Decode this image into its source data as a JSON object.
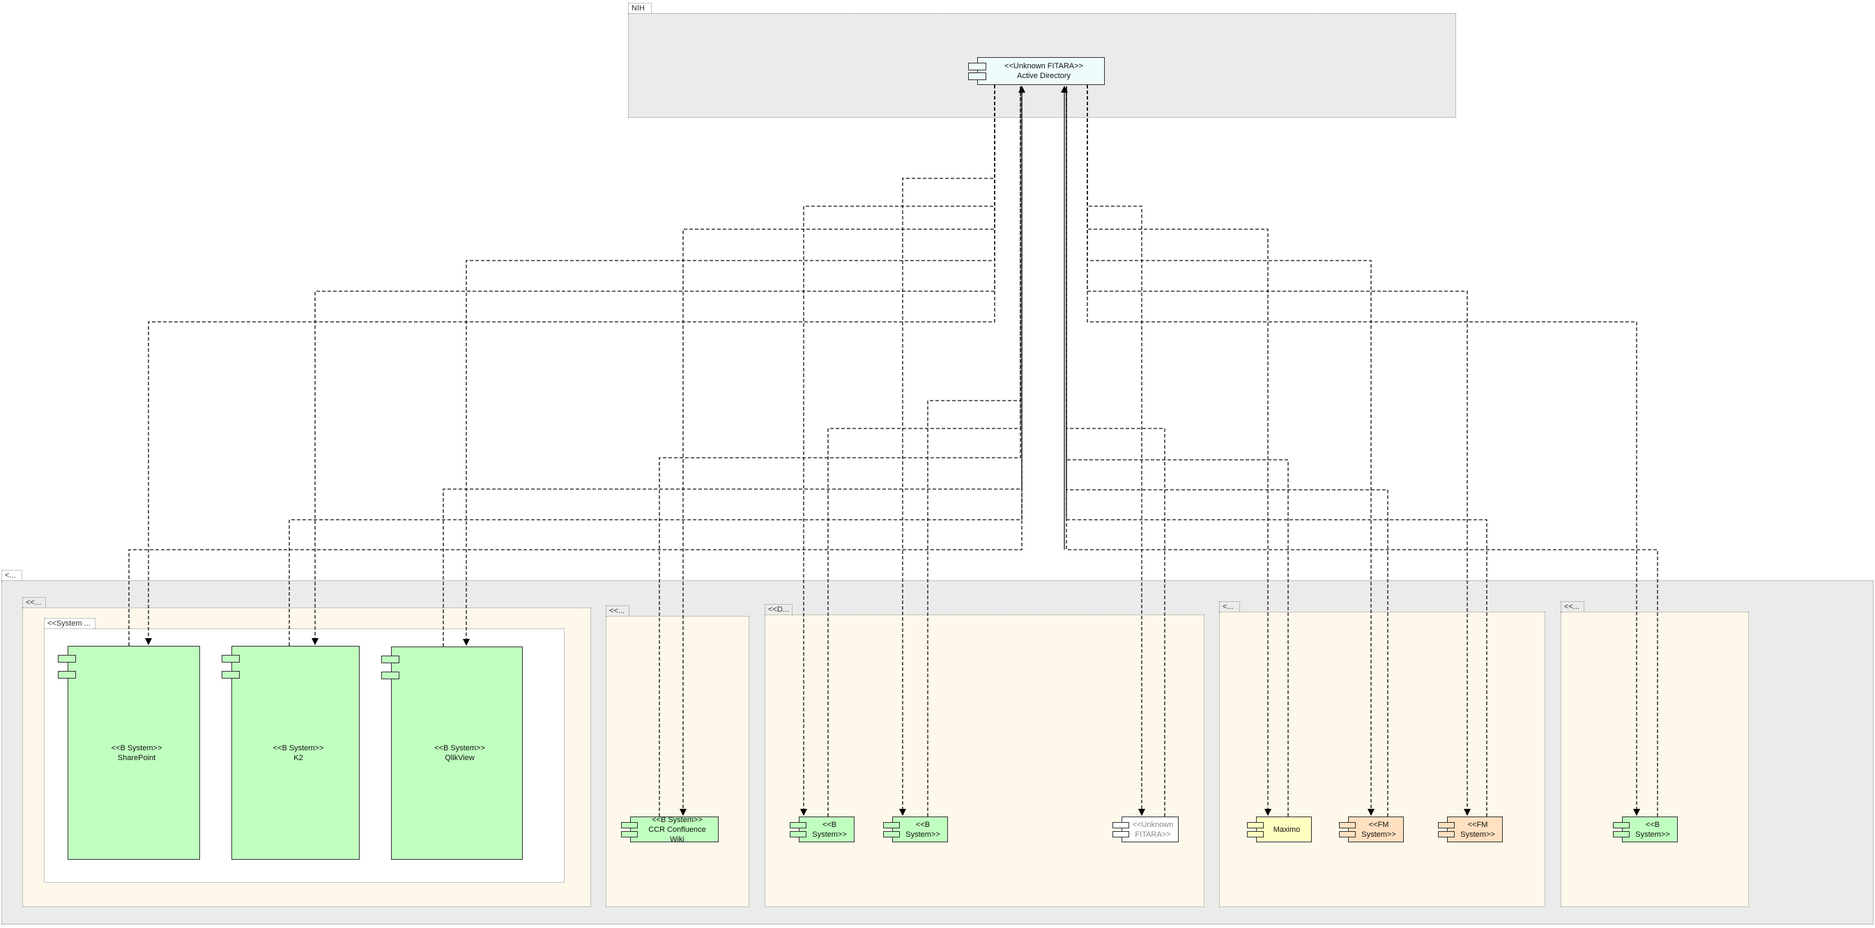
{
  "packages": {
    "nih": "NIH",
    "outer": "<...",
    "group_a": "<<...",
    "group_a_inner": "<<System ...",
    "group_b": "<<...",
    "group_c": "<<D...",
    "group_d": "<...",
    "group_e": "<<..."
  },
  "components": {
    "active_directory": {
      "stereotype": "<<Unknown FITARA>>",
      "name": "Active Directory"
    },
    "sharepoint": {
      "stereotype": "<<B System>>",
      "name": "SharePoint"
    },
    "k2": {
      "stereotype": "<<B System>>",
      "name": "K2"
    },
    "qlikview": {
      "stereotype": "<<B System>>",
      "name": "QlikView"
    },
    "ccr_wiki": {
      "stereotype": "<<B System>>",
      "name": "CCR Confluence Wiki"
    },
    "b_system_1": {
      "line1": "<<B",
      "line2": "System>>"
    },
    "b_system_2": {
      "line1": "<<B",
      "line2": "System>>"
    },
    "unknown_fitara": {
      "line1": "<<Unknown",
      "line2": "FITARA>>"
    },
    "maximo": {
      "name": "Maximo"
    },
    "fm_system_1": {
      "line1": "<<FM",
      "line2": "System>>"
    },
    "fm_system_2": {
      "line1": "<<FM",
      "line2": "System>>"
    },
    "b_system_3": {
      "line1": "<<B",
      "line2": "System>>"
    }
  },
  "colors": {
    "b_system": "#c0ffc0",
    "unknown_fitara": "#eefcfc",
    "unknown_fitara_grey": "#ffffff",
    "maximo": "#ffffc0",
    "fm_system": "#ffe0c0",
    "package_outer": "#ebebeb",
    "package_group": "#fdf8ea"
  }
}
